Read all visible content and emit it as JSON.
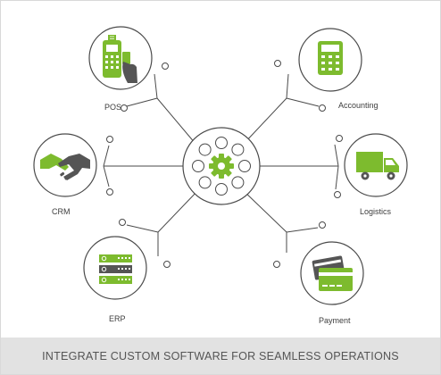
{
  "nodes": {
    "pos": "POS",
    "accounting": "Accounting",
    "crm": "CRM",
    "logistics": "Logistics",
    "erp": "ERP",
    "payment": "Payment"
  },
  "banner": {
    "text": "INTEGRATE CUSTOM SOFTWARE FOR SEAMLESS OPERATIONS"
  },
  "colors": {
    "accent": "#7dbb2e",
    "line": "#4a4a4a",
    "banner_bg": "#e2e2e2",
    "icon_dark": "#555555"
  },
  "icons": {
    "pos": "pos-terminal-icon",
    "accounting": "calculator-icon",
    "crm": "handshake-icon",
    "logistics": "delivery-truck-icon",
    "erp": "server-stack-icon",
    "payment": "credit-cards-icon",
    "hub": "gear-icon"
  }
}
